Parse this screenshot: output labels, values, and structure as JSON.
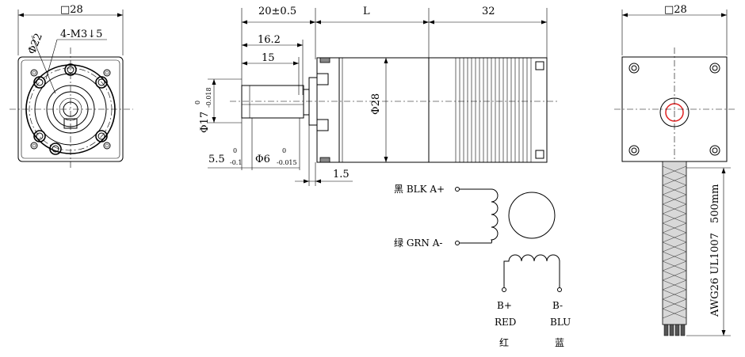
{
  "front_view": {
    "width_label": "□28",
    "bolt_circle_label": "Φ22",
    "hole_label": "4-M3↓5"
  },
  "side_view": {
    "shaft_extension": "20±0.5",
    "gearbox_length": "L",
    "motor_length": "32",
    "shaft_length_1": "16.2",
    "shaft_length_2": "15",
    "pilot_dia_main": "Φ17",
    "pilot_dia_tol_upper": "0",
    "pilot_dia_tol_lower": "-0.018",
    "body_dia": "Φ28",
    "flat_depth_main": "5.5",
    "flat_depth_tol_upper": "0",
    "flat_depth_tol_lower": "-0.1",
    "shaft_dia_main": "Φ6",
    "shaft_dia_tol_upper": "0",
    "shaft_dia_tol_lower": "-0.015",
    "flange_thickness": "1.5"
  },
  "wiring": {
    "a_plus": "黑 BLK A+",
    "a_minus": "绿 GRN A-",
    "b_plus": "B+",
    "b_plus_color_en": "RED",
    "b_plus_color_cn": "红",
    "b_minus": "B-",
    "b_minus_color_en": "BLU",
    "b_minus_color_cn": "蓝"
  },
  "rear_view": {
    "width_label": "□28",
    "lead_length": "500mm",
    "cable_spec": "AWG26 UL1007"
  }
}
